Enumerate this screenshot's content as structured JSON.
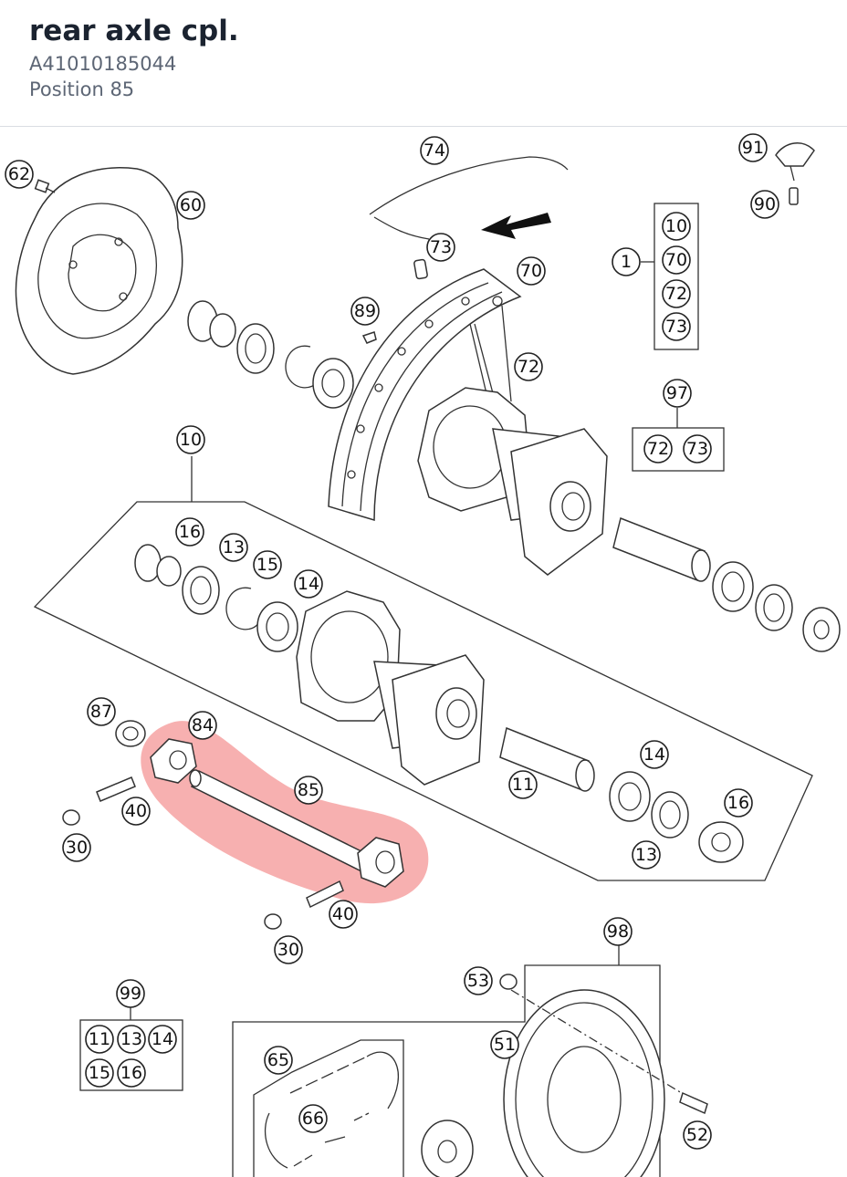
{
  "header": {
    "title": "rear axle cpl.",
    "part_number": "A41010185044",
    "position": "Position 85"
  },
  "highlight": {
    "position_number": "85",
    "color": "#f07070"
  },
  "labels": {
    "l62": "62",
    "l60": "60",
    "l74": "74",
    "l91": "91",
    "l90": "90",
    "l73a": "73",
    "l70": "70",
    "l89": "89",
    "l72": "72",
    "l1": "1",
    "k10": "10",
    "k70": "70",
    "k72": "72",
    "k73": "73",
    "l97": "97",
    "k97a": "72",
    "k97b": "73",
    "l10": "10",
    "l16a": "16",
    "l13a": "13",
    "l15": "15",
    "l14a": "14",
    "l87": "87",
    "l84": "84",
    "l85": "85",
    "l40a": "40",
    "l30a": "30",
    "l11": "11",
    "l14b": "14",
    "l16b": "16",
    "l13b": "13",
    "l40b": "40",
    "l30b": "30",
    "l98": "98",
    "l53": "53",
    "l51": "51",
    "l52": "52",
    "l99": "99",
    "k99a": "11",
    "k99b": "13",
    "k99c": "14",
    "k99d": "15",
    "k99e": "16",
    "l65": "65",
    "l66": "66"
  }
}
